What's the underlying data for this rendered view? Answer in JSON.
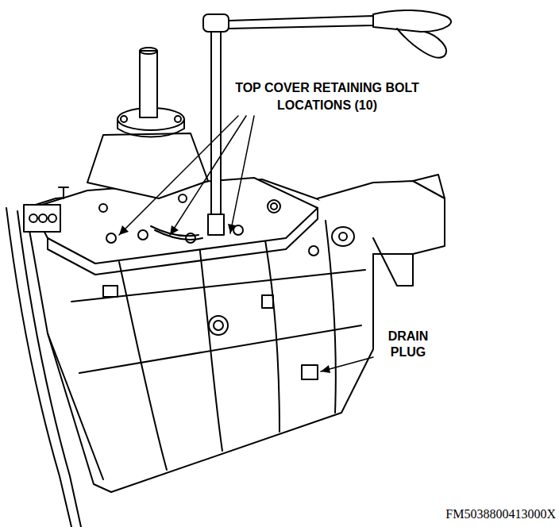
{
  "diagram": {
    "labels": [
      "TOP COVER RETAINING BOLT LOCATIONS (10)",
      "DRAIN PLUG",
      "FM5038800413000X"
    ]
  }
}
